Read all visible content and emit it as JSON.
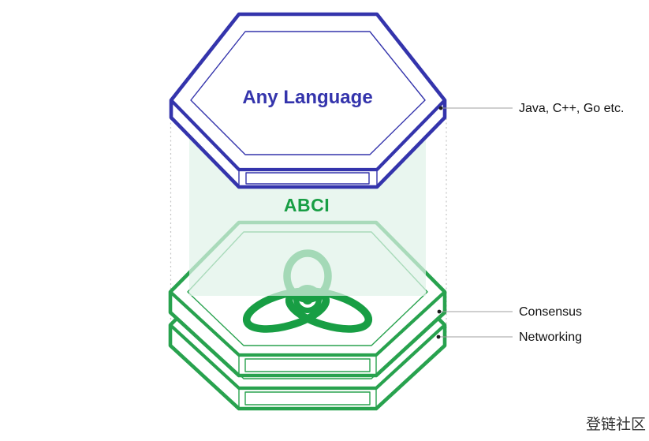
{
  "diagram": {
    "top_tile": {
      "label": "Any Language"
    },
    "interface": {
      "label": "ABCI"
    },
    "annotations": {
      "languages": "Java, C++, Go etc.",
      "consensus": "Consensus",
      "networking": "Networking"
    },
    "logo": "tendermint-atom",
    "colors": {
      "blue": "#3434ac",
      "green": "#28a24e",
      "logo_green": "#189e44",
      "panel_fill": "rgba(223,242,232,0.70)",
      "label_text": "#111111",
      "connector": "#9f9f9f"
    },
    "watermark": "登链社区"
  }
}
